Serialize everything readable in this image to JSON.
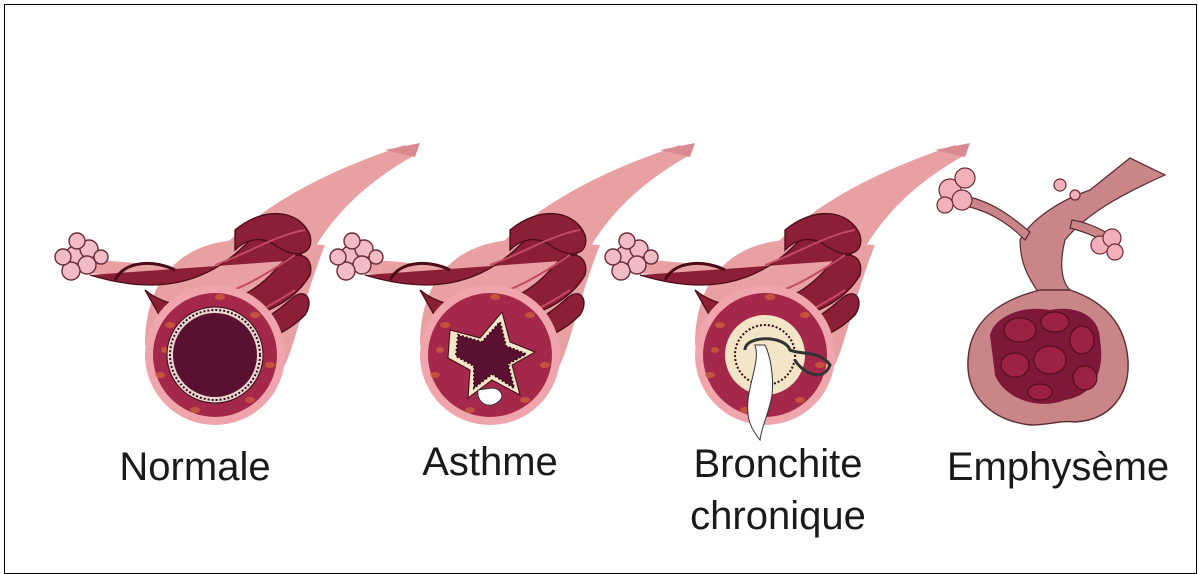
{
  "panels": [
    {
      "id": "normale",
      "label": "Normale"
    },
    {
      "id": "asthme",
      "label": "Asthme"
    },
    {
      "id": "bronchite",
      "label_line1": "Bronchite",
      "label_line2": "chronique"
    },
    {
      "id": "emphyseme",
      "label": "Emphysème"
    }
  ],
  "colors": {
    "airway_pink": "#e8a0a3",
    "airway_dark": "#d98990",
    "muscle": "#8b1f35",
    "muscle_stroke": "#4a0d18",
    "wall": "#a4284a",
    "lumen": "#5a1030",
    "alveoli": "#f2bcc4",
    "mucus": "#ffffff",
    "emphysema_sac": "#c98588",
    "emphysema_inner": "#7e1838"
  }
}
